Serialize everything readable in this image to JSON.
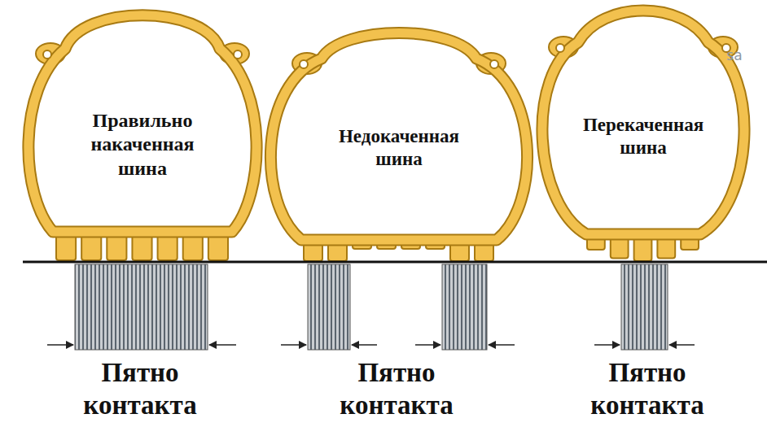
{
  "diagram": {
    "nodes": [
      {
        "text": [
          "Правильно накаченная шина"
        ]
      },
      {
        "text": [
          "Недокаченная шина"
        ]
      },
      {
        "text": [
          "Перекаченная шина"
        ]
      }
    ],
    "labels": [
      "Пятно контакта",
      "Пятно контакта",
      "Пятно контакта",
      "sa"
    ]
  }
}
